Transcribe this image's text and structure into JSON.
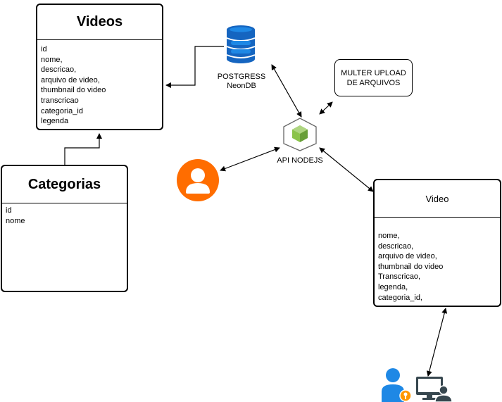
{
  "videos_table": {
    "title": "Videos",
    "fields": [
      "id",
      "nome,",
      "descricao,",
      "arquivo de video,",
      "thumbnail do video",
      "transcricao",
      "categoria_id",
      "legenda"
    ]
  },
  "categorias_table": {
    "title": "Categorias",
    "fields": [
      "id",
      "nome"
    ]
  },
  "video_entity": {
    "title": "Video",
    "fields": [
      "nome,",
      "descricao,",
      "arquivo de video,",
      "thumbnail do video",
      "Transcricao,",
      "legenda,",
      "categoria_id,"
    ]
  },
  "database": {
    "line1": "POSTGRESS",
    "line2": "NeonDB",
    "icon": "database-icon",
    "color": "#1565c0"
  },
  "api": {
    "label": "API NODEJS",
    "icon": "nodejs-icon",
    "color": "#8bc34a"
  },
  "multer": {
    "line1": "MULTER UPLOAD",
    "line2": "DE ARQUIVOS"
  },
  "user": {
    "icon": "user-icon",
    "color": "#ff6d00"
  },
  "admin": {
    "icon": "admin-user-icon",
    "color": "#1e88e5"
  },
  "computer": {
    "icon": "computer-user-icon",
    "color": "#37474f"
  }
}
